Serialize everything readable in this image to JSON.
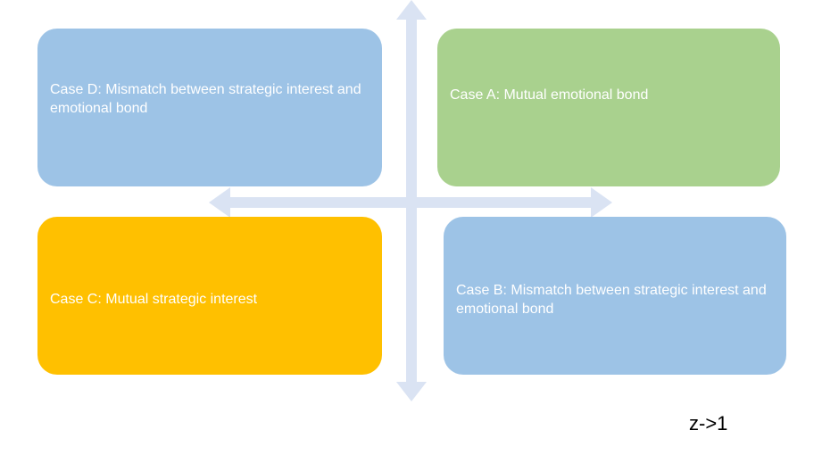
{
  "quadrants": {
    "d": {
      "label": "Case D: Mismatch between strategic interest and emotional bond",
      "color": "#9dc3e6"
    },
    "a": {
      "label": "Case A: Mutual emotional bond",
      "color": "#a9d18e"
    },
    "c": {
      "label": "Case C: Mutual strategic interest",
      "color": "#ffc000"
    },
    "b": {
      "label": "Case B: Mismatch between strategic interest and emotional bond",
      "color": "#9dc3e6"
    }
  },
  "axis_color": "#dae3f3",
  "footnote": "z->1"
}
